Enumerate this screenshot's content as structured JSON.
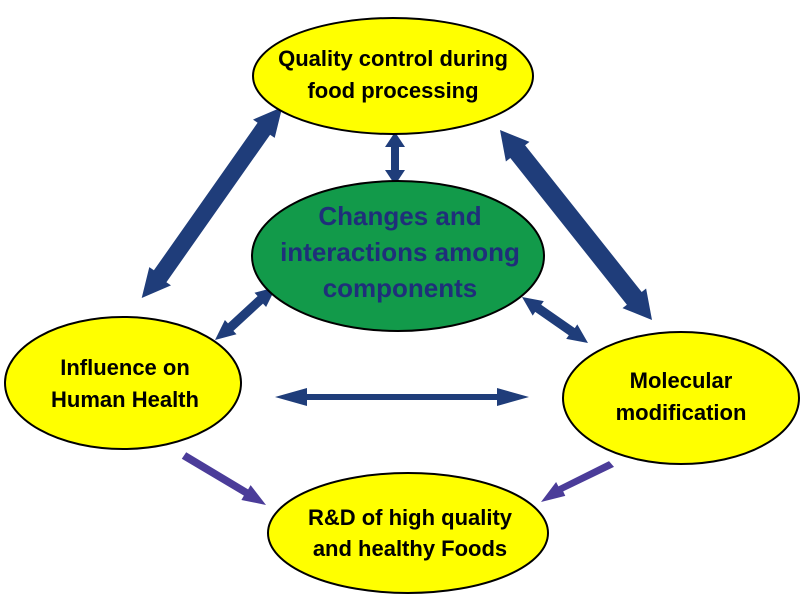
{
  "nodes": {
    "top": {
      "lines": [
        "Quality control during",
        "food processing"
      ]
    },
    "center": {
      "lines": [
        "Changes and",
        "interactions among",
        "components"
      ]
    },
    "left": {
      "lines": [
        "Influence on",
        "Human Health"
      ]
    },
    "right": {
      "lines": [
        "Molecular",
        "modification"
      ]
    },
    "bottom": {
      "lines": [
        "R&D of high quality",
        "and healthy Foods"
      ]
    }
  },
  "colors": {
    "yellow_fill": "#ffff00",
    "green_fill": "#129a4a",
    "outline": "#000000",
    "arrow_dark": "#1f3d7a",
    "arrow_purple": "#4b3c99",
    "center_text": "#1f2f7a"
  }
}
